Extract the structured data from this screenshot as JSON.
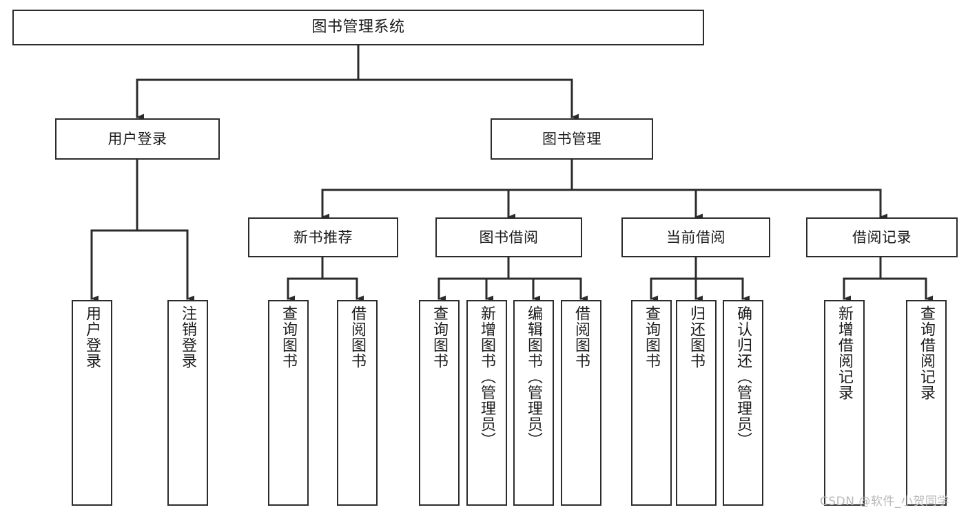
{
  "diagram": {
    "title": "图书管理系统",
    "type": "tree",
    "orientation": "top-down",
    "style": {
      "box_border_color": "#2b2b2b",
      "box_fill_color": "#ffffff",
      "edge_color": "#2b2b2b",
      "background_color": "#ffffff",
      "watermark_color": "#b9b9b9"
    }
  },
  "nodes": {
    "root": {
      "label": "图书管理系统",
      "level": 0
    },
    "level1": [
      {
        "id": "user-login",
        "label": "用户登录"
      },
      {
        "id": "book-manage",
        "label": "图书管理"
      }
    ],
    "level2": [
      {
        "id": "new-book-recommend",
        "label": "新书推荐",
        "parent": "book-manage"
      },
      {
        "id": "book-borrow",
        "label": "图书借阅",
        "parent": "book-manage"
      },
      {
        "id": "current-borrow",
        "label": "当前借阅",
        "parent": "book-manage"
      },
      {
        "id": "borrow-record",
        "label": "借阅记录",
        "parent": "book-manage"
      }
    ],
    "leaves": [
      {
        "id": "leaf-user-login",
        "label": "用户登录",
        "parent": "user-login"
      },
      {
        "id": "leaf-logout-login",
        "label": "注销登录",
        "parent": "user-login"
      },
      {
        "id": "leaf-query-book-1",
        "label": "查询图书",
        "parent": "new-book-recommend"
      },
      {
        "id": "leaf-borrow-book-1",
        "label": "借阅图书",
        "parent": "new-book-recommend"
      },
      {
        "id": "leaf-query-book-2",
        "label": "查询图书",
        "parent": "book-borrow"
      },
      {
        "id": "leaf-add-book",
        "label": "新增图书（管理员）",
        "parent": "book-borrow"
      },
      {
        "id": "leaf-edit-book",
        "label": "编辑图书（管理员）",
        "parent": "book-borrow"
      },
      {
        "id": "leaf-borrow-book-2",
        "label": "借阅图书",
        "parent": "book-borrow"
      },
      {
        "id": "leaf-query-book-3",
        "label": "查询图书",
        "parent": "current-borrow"
      },
      {
        "id": "leaf-return-book",
        "label": "归还图书",
        "parent": "current-borrow"
      },
      {
        "id": "leaf-confirm-return",
        "label": "确认归还（管理员）",
        "parent": "current-borrow"
      },
      {
        "id": "leaf-add-record",
        "label": "新增借阅记录",
        "parent": "borrow-record"
      },
      {
        "id": "leaf-query-record",
        "label": "查询借阅记录",
        "parent": "borrow-record"
      }
    ]
  },
  "watermark": {
    "text": "CSDN @软件_小贺同学"
  }
}
